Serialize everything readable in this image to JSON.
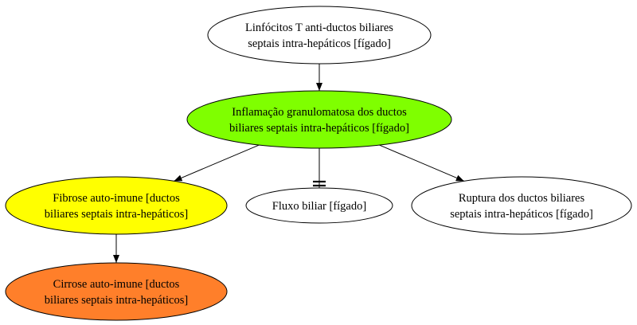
{
  "colors": {
    "white": "#ffffff",
    "green": "#7fff00",
    "yellow": "#ffff00",
    "orange": "#ff7f2a",
    "stroke": "#000000"
  },
  "nodes": [
    {
      "id": "n1",
      "lines": [
        "Linfócitos T anti-ductos biliares",
        "septais intra-hepáticos [fígado]"
      ],
      "fill": "white"
    },
    {
      "id": "n2",
      "lines": [
        "Inflamação granulomatosa dos ductos",
        "biliares septais intra-hepáticos [fígado]"
      ],
      "fill": "green"
    },
    {
      "id": "n3",
      "lines": [
        "Fibrose auto-imune [ductos",
        "biliares septais intra-hepáticos]"
      ],
      "fill": "yellow"
    },
    {
      "id": "n4",
      "lines": [
        "Fluxo biliar [fígado]"
      ],
      "fill": "white"
    },
    {
      "id": "n5",
      "lines": [
        "Ruptura dos ductos biliares",
        "septais intra-hepáticos [fígado]"
      ],
      "fill": "white"
    },
    {
      "id": "n6",
      "lines": [
        "Cirrose auto-imune [ductos",
        "biliares septais intra-hepáticos]"
      ],
      "fill": "orange"
    }
  ],
  "edges": [
    {
      "from": "n1",
      "to": "n2",
      "type": "arrow"
    },
    {
      "from": "n2",
      "to": "n3",
      "type": "arrow"
    },
    {
      "from": "n2",
      "to": "n4",
      "type": "inhibit"
    },
    {
      "from": "n2",
      "to": "n5",
      "type": "arrow"
    },
    {
      "from": "n3",
      "to": "n6",
      "type": "arrow"
    }
  ]
}
